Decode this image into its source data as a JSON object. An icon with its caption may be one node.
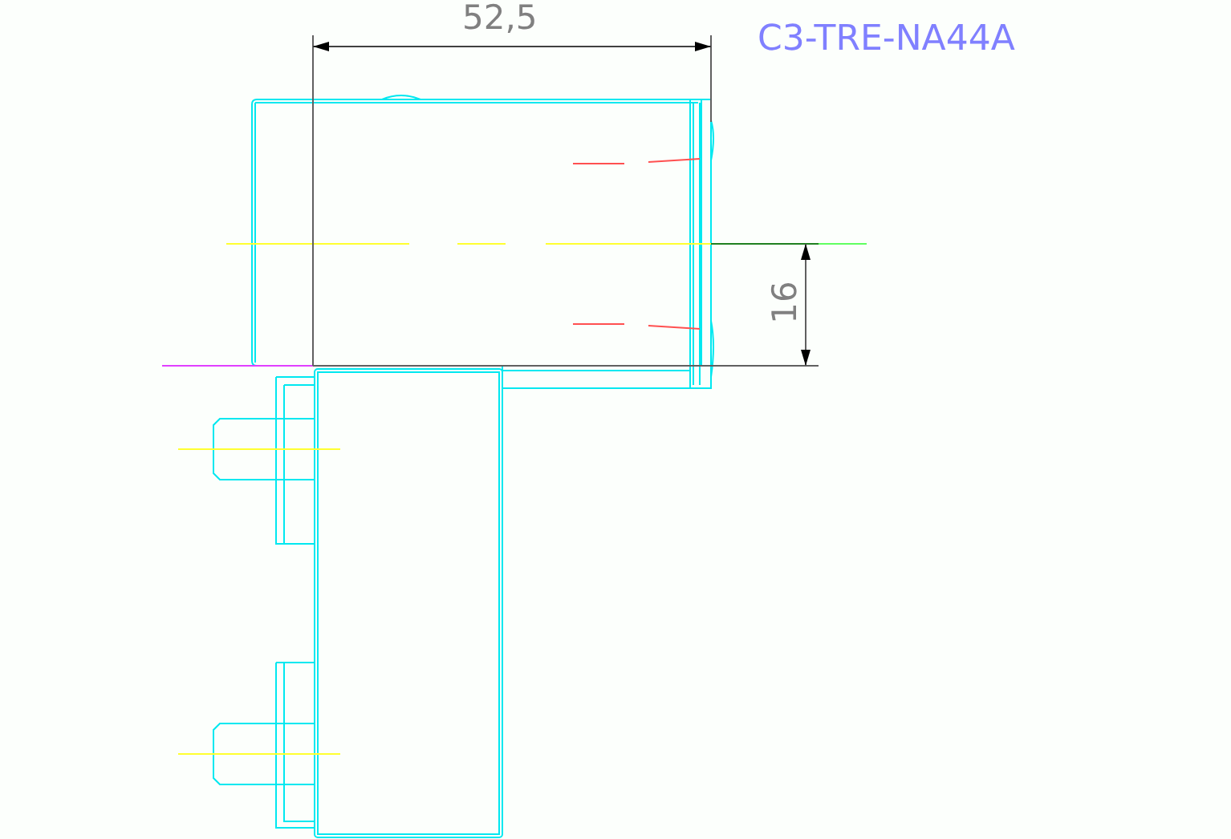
{
  "diagram": {
    "labels": [
      "52,5",
      "16",
      "C3-TRE-NA44A"
    ]
  }
}
